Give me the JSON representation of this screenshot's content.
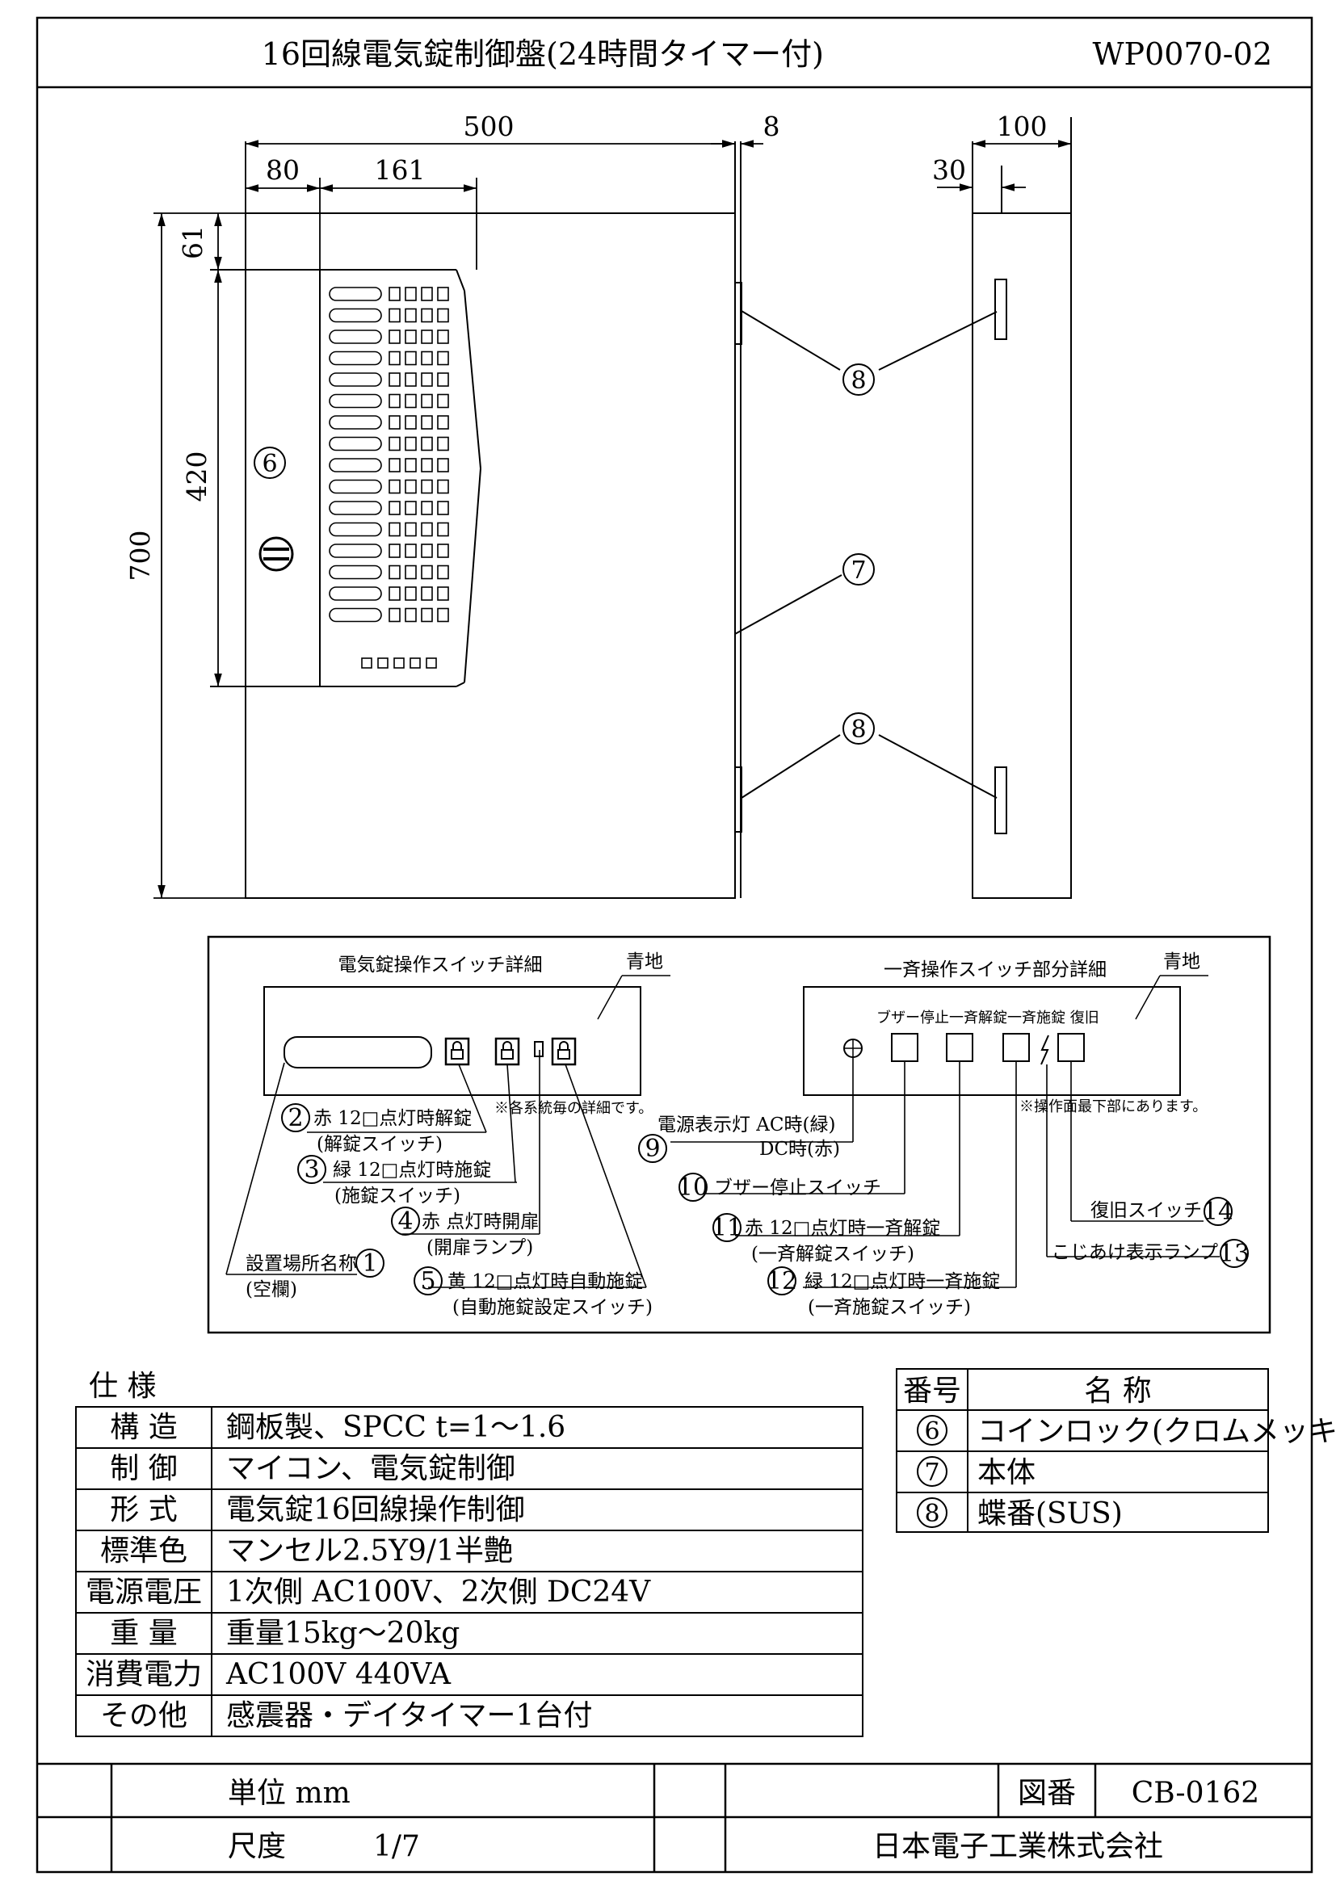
{
  "header": {
    "title": "16回線電気錠制御盤(24時間タイマー付)",
    "code": "WP0070-02"
  },
  "dims": {
    "width": "500",
    "left": "80",
    "panel": "161",
    "hinge": "8",
    "depth": "100",
    "depth_inner": "30",
    "top": "61",
    "height": "700",
    "panel_h": "420"
  },
  "callouts": {
    "c6": "6",
    "c7": "7",
    "c8": "8"
  },
  "switch_detail": {
    "title": "電気錠操作スイッチ詳細",
    "bg": "青地",
    "note": "※各系統毎の詳細です。",
    "items": [
      {
        "num": "2",
        "text": "赤 12□点灯時解錠",
        "sub": "(解錠スイッチ)"
      },
      {
        "num": "3",
        "text": "緑 12□点灯時施錠",
        "sub": "(施錠スイッチ)"
      },
      {
        "num": "4",
        "text": "赤 点灯時開扉",
        "sub": "(開扉ランプ)"
      },
      {
        "num": "1",
        "text": "設置場所名称",
        "sub": "(空欄)"
      },
      {
        "num": "5",
        "text": "黄 12□点灯時自動施錠",
        "sub": "(自動施錠設定スイッチ)"
      }
    ]
  },
  "bulk_detail": {
    "title": "一斉操作スイッチ部分詳細",
    "bg": "青地",
    "button_labels": "ブザー停止一斉解錠一斉施錠 復旧",
    "note": "※操作面最下部にあります。",
    "items": [
      {
        "num": "9",
        "text": "電源表示灯 AC時(緑)",
        "sub": "DC時(赤)"
      },
      {
        "num": "10",
        "text": "ブザー停止スイッチ",
        "sub": ""
      },
      {
        "num": "11",
        "text": "赤 12□点灯時一斉解錠",
        "sub": "(一斉解錠スイッチ)"
      },
      {
        "num": "12",
        "text": "緑 12□点灯時一斉施錠",
        "sub": "(一斉施錠スイッチ)"
      },
      {
        "num": "14",
        "text": "復旧スイッチ",
        "sub": ""
      },
      {
        "num": "13",
        "text": "こじあけ表示ランプ",
        "sub": ""
      }
    ]
  },
  "specs": {
    "heading": "仕 様",
    "rows": [
      {
        "label": "構 造",
        "value": "鋼板製、SPCC t=1〜1.6"
      },
      {
        "label": "制 御",
        "value": "マイコン、電気錠制御"
      },
      {
        "label": "形 式",
        "value": "電気錠16回線操作制御"
      },
      {
        "label": "標準色",
        "value": "マンセル2.5Y9/1半艶"
      },
      {
        "label": "電源電圧",
        "value": "1次側 AC100V、2次側 DC24V"
      },
      {
        "label": "重 量",
        "value": "重量15kg〜20kg"
      },
      {
        "label": "消費電力",
        "value": "AC100V 440VA"
      },
      {
        "label": "その他",
        "value": "感震器・デイタイマー1台付"
      }
    ]
  },
  "parts": {
    "header_num": "番号",
    "header_name": "名 称",
    "rows": [
      {
        "num": "6",
        "name": "コインロック(クロムメッキ)"
      },
      {
        "num": "7",
        "name": "本体"
      },
      {
        "num": "8",
        "name": "蝶番(SUS)"
      }
    ]
  },
  "footer": {
    "unit": "単位 mm",
    "scale_label": "尺度",
    "scale": "1/7",
    "drawing_no_label": "図番",
    "drawing_no": "CB-0162",
    "company": "日本電子工業株式会社"
  }
}
